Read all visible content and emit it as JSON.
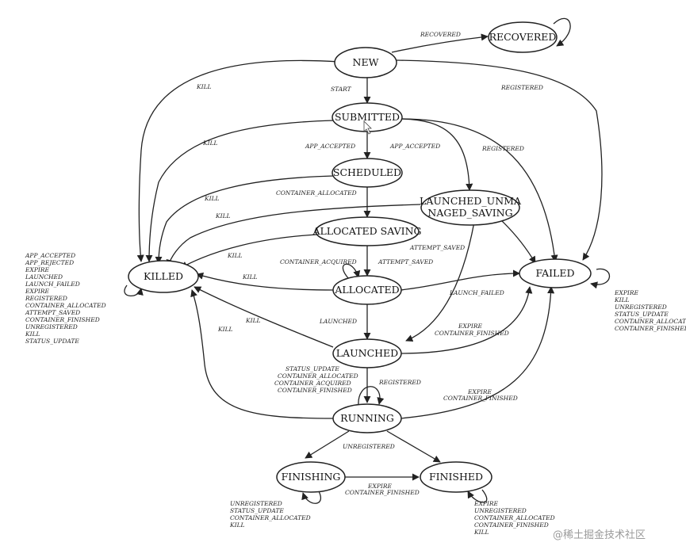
{
  "states": {
    "new": "NEW",
    "recovered": "RECOVERED",
    "submitted": "SUBMITTED",
    "scheduled": "SCHEDULED",
    "launched_unmanaged_saving_l1": "LAUNCHED_UNMA",
    "launched_unmanaged_saving_l2": "NAGED_SAVING",
    "allocated_saving": "ALLOCATED SAVING",
    "killed": "KILLED",
    "failed": "FAILED",
    "allocated": "ALLOCATED",
    "launched": "LAUNCHED",
    "running": "RUNNING",
    "finishing": "FINISHING",
    "finished": "FINISHED"
  },
  "edge_labels": {
    "recovered": "RECOVERED",
    "kill_new": "KILL",
    "start": "START",
    "registered_new": "REGISTERED",
    "kill_submitted": "KILL",
    "app_accepted_sched": "APP_ACCEPTED",
    "app_accepted_unmanaged": "APP_ACCEPTED",
    "registered_submitted": "REGISTERED",
    "kill_scheduled": "KILL",
    "container_allocated": "CONTAINER_ALLOCATED",
    "kill_unmanaged": "KILL",
    "kill_allocated_saving": "KILL",
    "attempt_saved_1": "ATTEMPT_SAVED",
    "container_acquired": "CONTAINER_ACQUIRED",
    "attempt_saved_2": "ATTEMPT_SAVED",
    "kill_allocated": "KILL",
    "launch_failed": "LAUNCH_FAILED",
    "kill_launched": "KILL",
    "launched": "LAUNCHED",
    "expire_launched_1": "EXPIRE",
    "expire_launched_2": "CONTAINER_FINISHED",
    "kill_running": "KILL",
    "registered_launched": "REGISTERED",
    "expire_running_1": "EXPIRE",
    "expire_running_2": "CONTAINER_FINISHED",
    "unregistered": "UNREGISTERED",
    "expire_finishing_1": "EXPIRE",
    "expire_finishing_2": "CONTAINER_FINISHED"
  },
  "notes": {
    "killed_loop": [
      "APP_ACCEPTED",
      "APP_REJECTED",
      "EXPIRE",
      "LAUNCHED",
      "LAUNCH_FAILED",
      "EXPIRE",
      "REGISTERED",
      "CONTAINER_ALLOCATED",
      "ATTEMPT_SAVED",
      "CONTAINER_FINISHED",
      "UNREGISTERED",
      "KILL",
      "STATUS_UPDATE"
    ],
    "failed_loop": [
      "EXPIRE",
      "KILL",
      "UNREGISTERED",
      "STATUS_UPDATE",
      "CONTAINER_ALLOCATED",
      "CONTAINER_FINISHED"
    ],
    "running_loop": [
      "STATUS_UPDATE",
      "CONTAINER_ALLOCATED",
      "CONTAINER_ACQUIRED",
      "CONTAINER_FINISHED"
    ],
    "finishing_loop": [
      "UNREGISTERED",
      "STATUS_UPDATE",
      "CONTAINER_ALLOCATED",
      "KILL"
    ],
    "finished_loop": [
      "EXPIRE",
      "UNREGISTERED",
      "CONTAINER_ALLOCATED",
      "CONTAINER_FINISHED",
      "KILL"
    ]
  },
  "watermark": "@稀土掘金技术社区"
}
